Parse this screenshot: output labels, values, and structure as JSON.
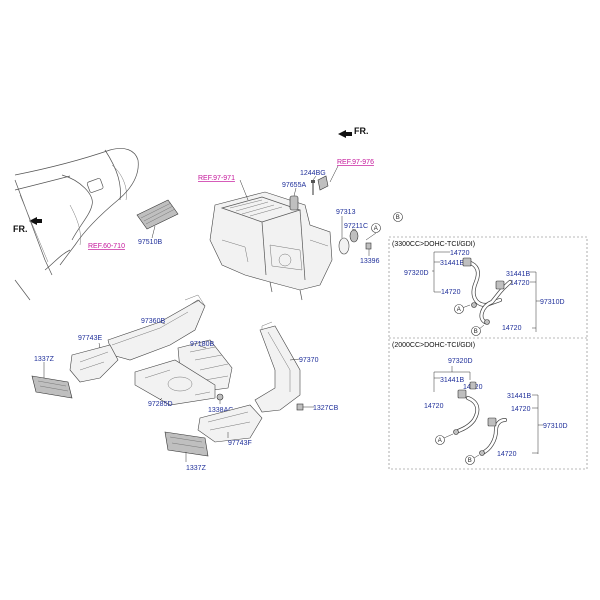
{
  "fr_labels": [
    "FR.",
    "FR."
  ],
  "refs": {
    "ref_60_710": "REF.60-710",
    "ref_97_971": "REF.97-971",
    "ref_97_976": "REF.97-976"
  },
  "parts": {
    "p1244BG": "1244BG",
    "p97655A": "97655A",
    "p97313": "97313",
    "p97211C": "97211C",
    "p13396": "13396",
    "p97510B": "97510B",
    "p97360B": "97360B",
    "p97743E": "97743E",
    "p1337Z_left": "1337Z",
    "p97180B": "97180B",
    "p97285D": "97285D",
    "p1338AC": "1338AC",
    "p97370": "97370",
    "p1327CB": "1327CB",
    "p97743F": "97743F",
    "p1337Z_bottom": "1337Z"
  },
  "variant_3300": {
    "title": "(3300CC>DOHC-TCI/GDI)",
    "p97320D": "97320D",
    "p14720_a": "14720",
    "p31441B_a": "31441B",
    "p14720_b": "14720",
    "p31441B_b": "31441B",
    "p14720_c": "14720",
    "p97310D": "97310D",
    "p14720_d": "14720"
  },
  "variant_2000": {
    "title": "(2000CC>DOHC-TCI/GDI)",
    "p97320D": "97320D",
    "p31441B_a": "31441B",
    "p14720_a": "14720",
    "p14720_b": "14720",
    "p31441B_b": "31441B",
    "p14720_c": "14720",
    "p97310D": "97310D",
    "p14720_d": "14720"
  },
  "circle_letters": {
    "a": "A",
    "b": "B"
  },
  "colors": {
    "part_label": "#1f2f9a",
    "ref_label": "#c4179b"
  }
}
